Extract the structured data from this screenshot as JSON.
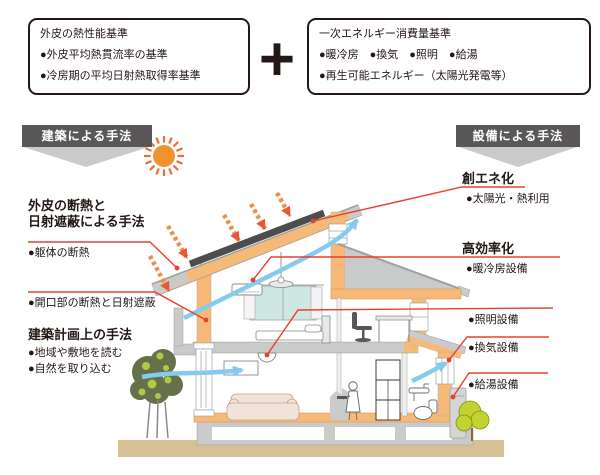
{
  "standards": {
    "left_box": {
      "title": "外皮の熱性能基準",
      "bullets": [
        "●外皮平均熱貫流率の基準",
        "●冷房期の平均日射熱取得率基準"
      ]
    },
    "plus_sign": "+",
    "right_box": {
      "title": "一次エネルギー消費量基準",
      "bullets": [
        "●暖冷房　●換気　●照明　●給湯",
        "●再生可能エネルギー（太陽光発電等）"
      ]
    }
  },
  "banners": {
    "left": "建築による手法",
    "right": "設備による手法"
  },
  "left_annotations": {
    "insulation_heading_line1": "外皮の断熱と",
    "insulation_heading_line2": "日射遮蔽による手法",
    "insulation_bullet": "●躯体の断熱",
    "opening_bullet": "●開口部の断熱と日射遮蔽",
    "planning_heading": "建築計画上の手法",
    "planning_bullets": [
      "●地域や敷地を読む",
      "●自然を取り込む"
    ]
  },
  "right_annotations": {
    "energy_creation_heading": "創エネ化",
    "energy_creation_bullet": "●太陽光・熱利用",
    "efficiency_heading": "高効率化",
    "efficiency_bullet": "●暖冷房設備",
    "lighting_bullet": "●照明設備",
    "ventilation_bullet": "●換気設備",
    "hot_water_bullet": "●給湯設備"
  },
  "colors": {
    "accent_red": "#e8402c",
    "wall_orange": "#f7b977",
    "structure_gray": "#c9caca",
    "banner_gray": "#595757",
    "sun_orange": "#f0932f",
    "sun_ray": "#e96c3f",
    "sunlight_arrow_orange": "#ef8c45",
    "airflow_blue": "#85cbee",
    "ground_tan": "#d5c193",
    "solar_panel_dark": "#4d4d4d",
    "text_black": "#231815"
  }
}
